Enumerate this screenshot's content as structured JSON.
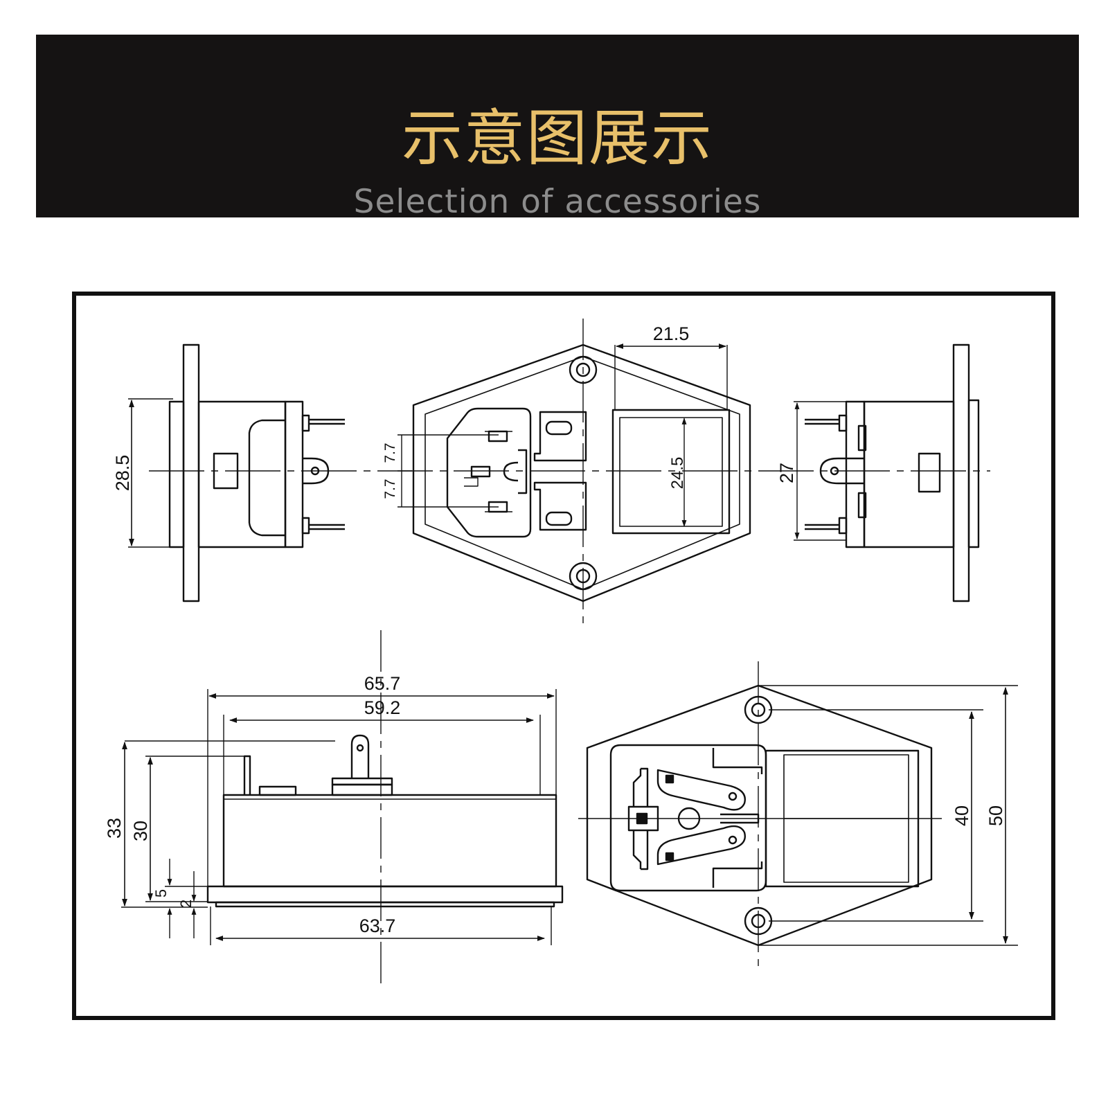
{
  "header": {
    "title": "示意图展示",
    "subtitle": "Selection of accessories",
    "title_color": "#e8c06a",
    "subtitle_color": "#8c8c8c"
  },
  "dimensions": {
    "depth_flange": "28.5",
    "fuse_window_offset": "21.5",
    "fuse_window_height": "24.5",
    "pin_pitch_upper": "7.7",
    "pin_pitch_lower": "7.7",
    "body_height": "27",
    "overall_length": "65.7",
    "body_length": "59.2",
    "base_length": "63.7",
    "overall_height": "33",
    "body_height_side": "30",
    "flange_offset": "5",
    "flange_thickness": "2",
    "mounting_hole_pitch": "40",
    "overall_width": "50"
  }
}
